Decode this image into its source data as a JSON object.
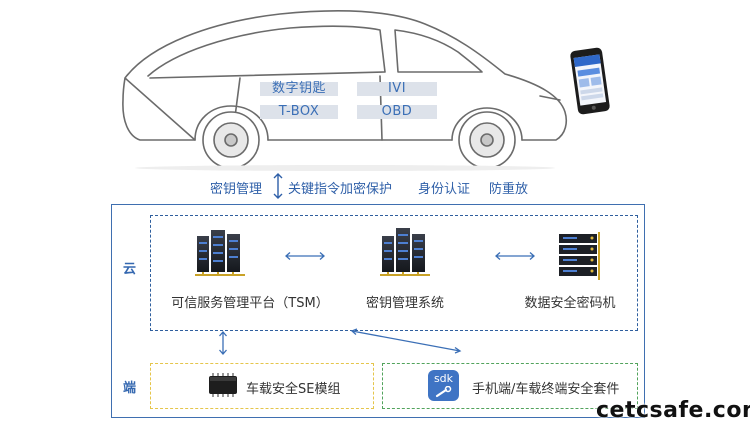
{
  "car": {
    "labels": [
      "数字钥匙",
      "IVI",
      "T-BOX",
      "OBD"
    ]
  },
  "captions": {
    "key_management": "密钥管理",
    "encryption": "关键指令加密保护",
    "identity": "身份认证",
    "replay": "防重放"
  },
  "cloud": {
    "side_label": "云",
    "tsm_label": "可信服务管理平台（TSM）",
    "kms_label": "密钥管理系统",
    "crypto_label": "数据安全密码机"
  },
  "endpoint": {
    "side_label": "端",
    "se_label": "车载安全SE模组",
    "sdk_label": "手机端/车载终端安全套件",
    "sdk_icon_text": "sdk"
  },
  "watermark": "cetcsafe.com",
  "colors": {
    "frame": "#3f6fb0",
    "dashed_blue": "#2f5f9e",
    "dashed_yellow": "#e5c54a",
    "dashed_green": "#52a35c",
    "text_blue": "#2e5fa8"
  }
}
